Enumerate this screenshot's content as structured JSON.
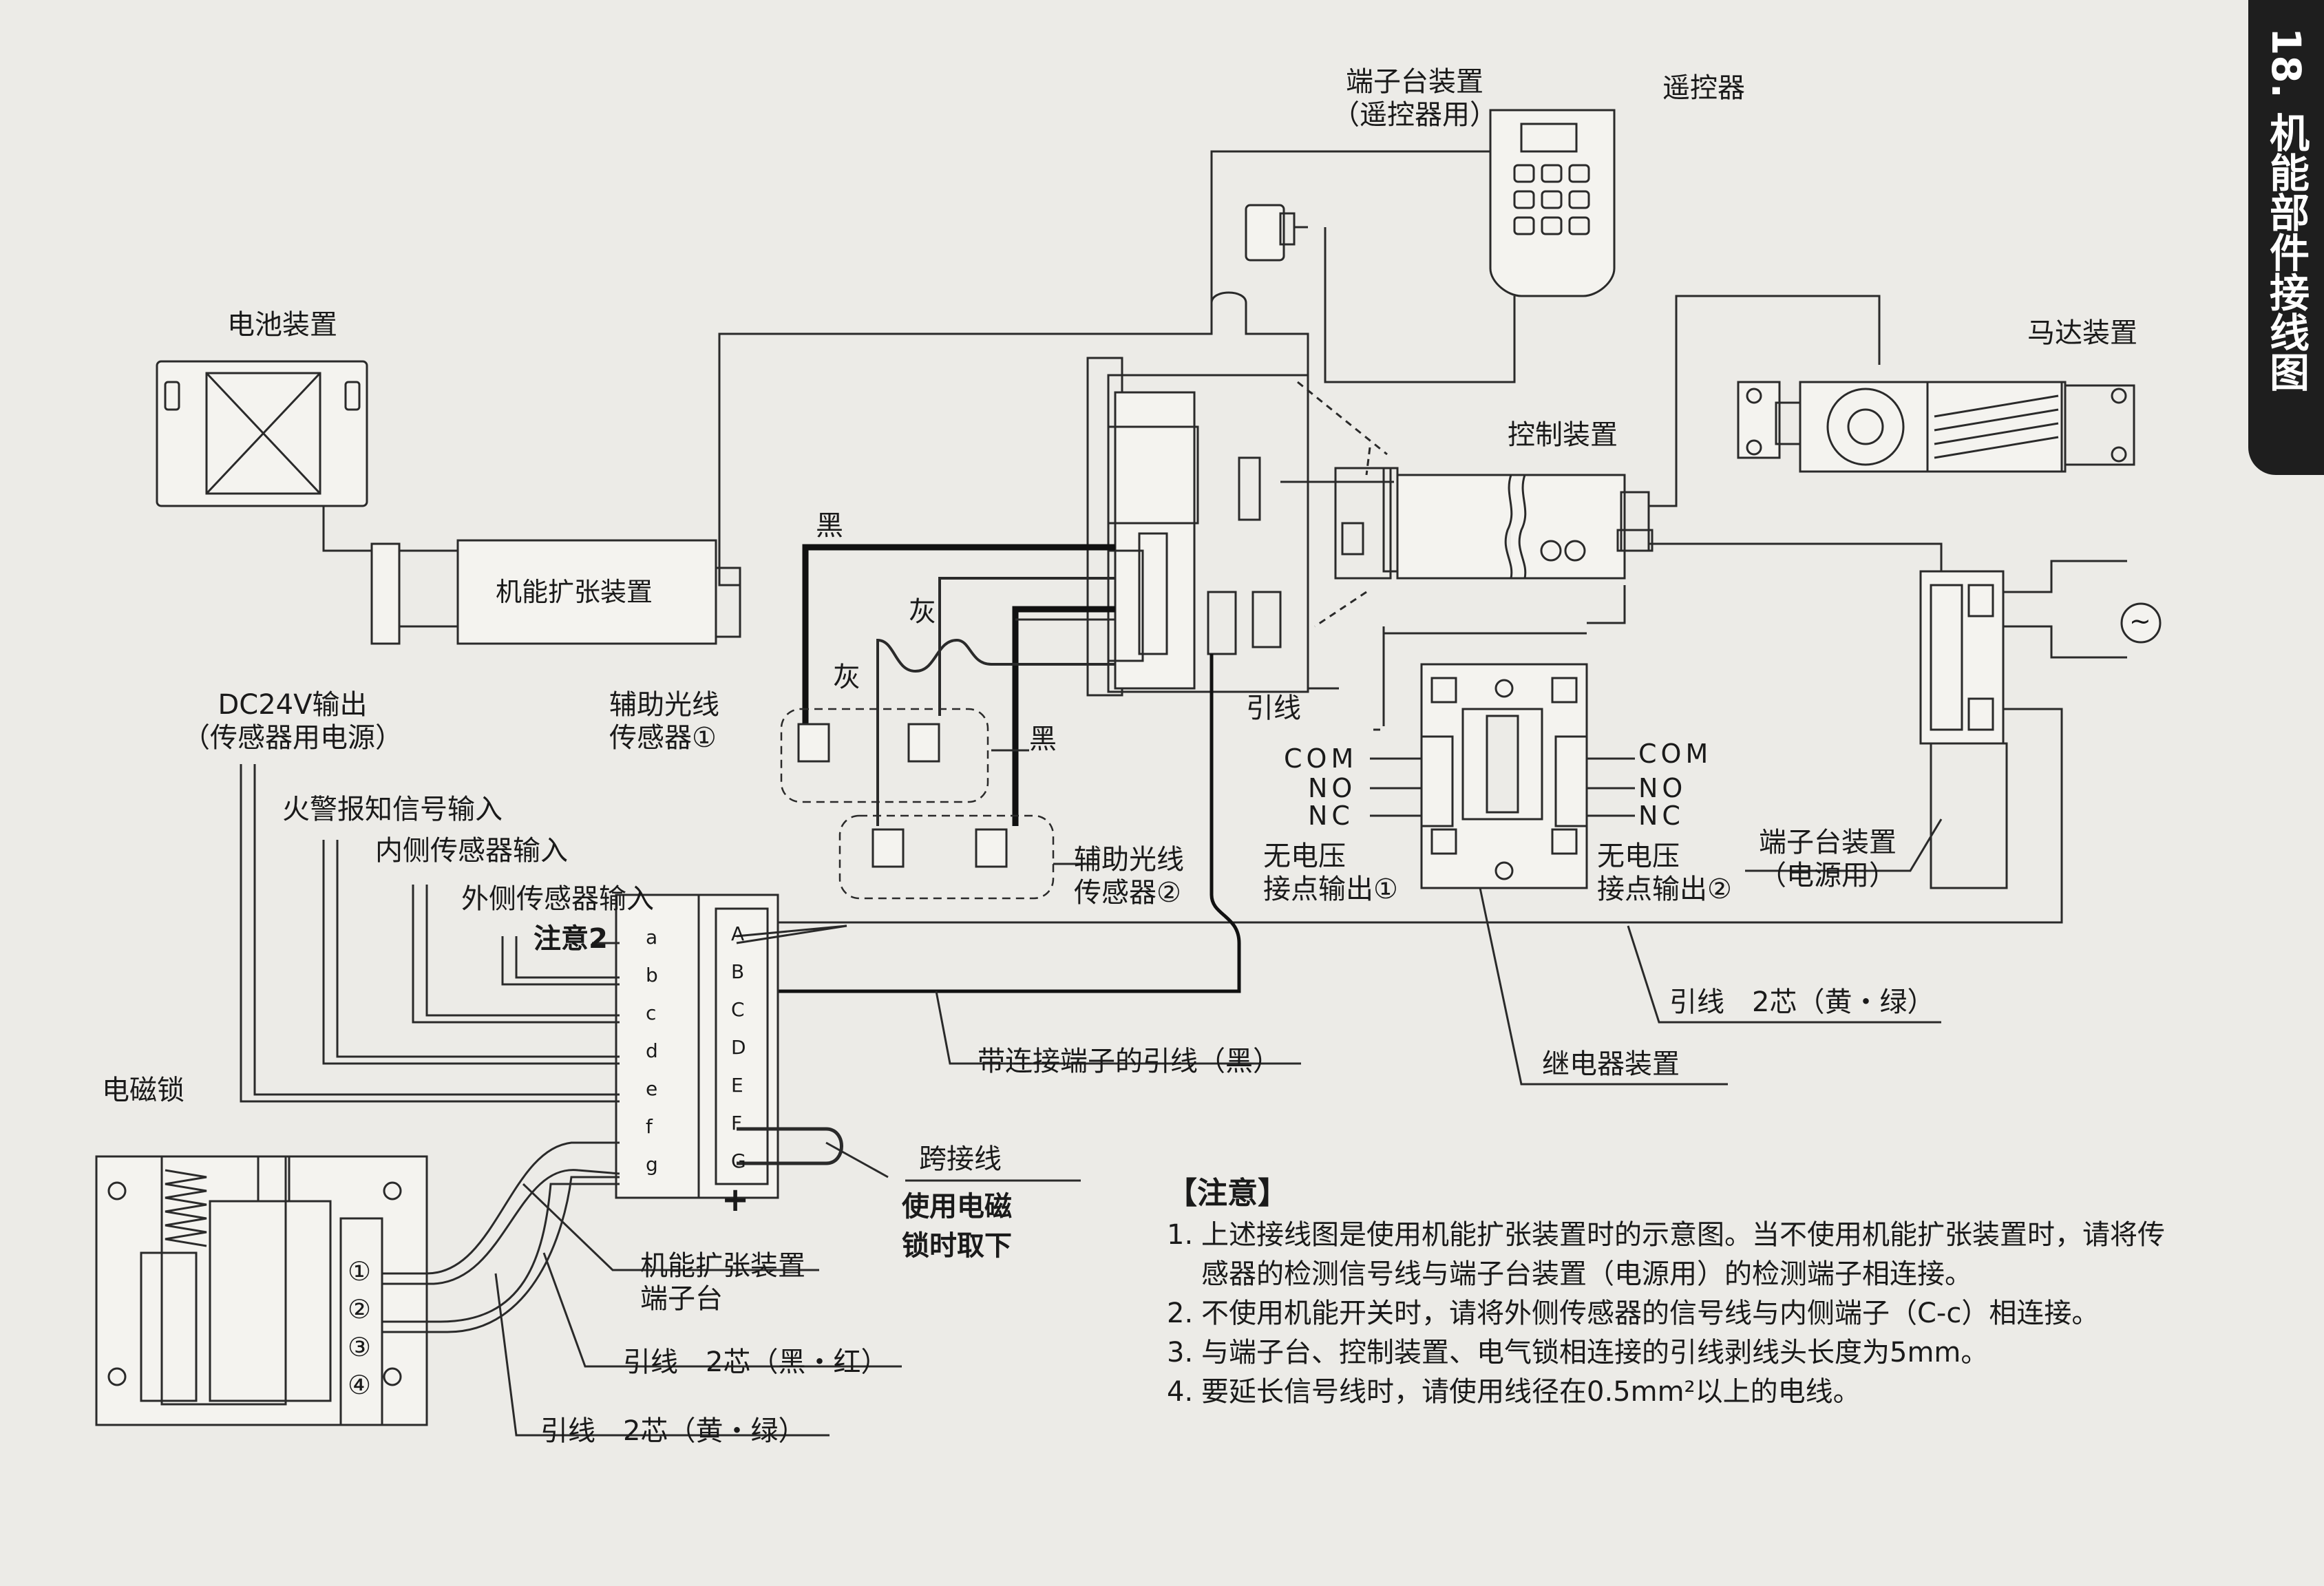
{
  "title": "18. 机能部件接线图",
  "components": {
    "battery": "电池装置",
    "expansion": "机能扩张装置",
    "terminal_remote": [
      "端子台装置",
      "（遥控器用）"
    ],
    "remote": "遥控器",
    "motor": "马达装置",
    "controller": "控制装置",
    "relay": "继电器装置",
    "terminal_power": [
      "端子台装置",
      "（电源用）"
    ],
    "sensor1": [
      "辅助光线",
      "传感器①"
    ],
    "sensor2": [
      "辅助光线",
      "传感器②"
    ],
    "elock": "电磁锁",
    "exp_terminal": [
      "机能扩张装置",
      "端子台"
    ],
    "relay_out1": [
      "无电压",
      "接点输出①"
    ],
    "relay_out2": [
      "无电压",
      "接点输出②"
    ]
  },
  "labels": {
    "dc24": [
      "DC24V输出",
      "（传感器用电源）"
    ],
    "fire": "火警报知信号输入",
    "inner": "内侧传感器输入",
    "outer": "外侧传感器输入",
    "note2": "注意2",
    "black1": "黑",
    "black2": "黑",
    "gray1": "灰",
    "gray2": "灰",
    "lead": "引线",
    "lead_yg_right": "引线　2芯（黄・绿）",
    "lead_black_conn": "带连接端子的引线（黑）",
    "jumper": "跨接线",
    "jumper_note": [
      "使用电磁",
      "锁时取下"
    ],
    "lead_br": "引线　2芯（黑・红）",
    "lead_yg_left": "引线　2芯（黄・绿）",
    "plus": "+",
    "com": "COM",
    "no": "NO",
    "nc": "NC",
    "ac": "~"
  },
  "terminal_letters": [
    "a",
    "b",
    "c",
    "d",
    "e",
    "f",
    "g"
  ],
  "terminal_caps": [
    "A",
    "B",
    "C",
    "D",
    "E",
    "F",
    "G"
  ],
  "lock_terminals": [
    "①",
    "②",
    "③",
    "④"
  ],
  "notes": {
    "title": "【注意】",
    "items": [
      {
        "num": "1.",
        "text": "上述接线图是使用机能扩张装置时的示意图。当不使用机能扩张装置时，请将传感器的检测信号线与端子台装置（电源用）的检测端子相连接。"
      },
      {
        "num": "2.",
        "text": "不使用机能开关时，请将外侧传感器的信号线与内侧端子（C-c）相连接。"
      },
      {
        "num": "3.",
        "text": "与端子台、控制装置、电气锁相连接的引线剥线头长度为5mm。"
      },
      {
        "num": "4.",
        "text": "要延长信号线时，请使用线径在0.5mm²以上的电线。"
      }
    ]
  }
}
